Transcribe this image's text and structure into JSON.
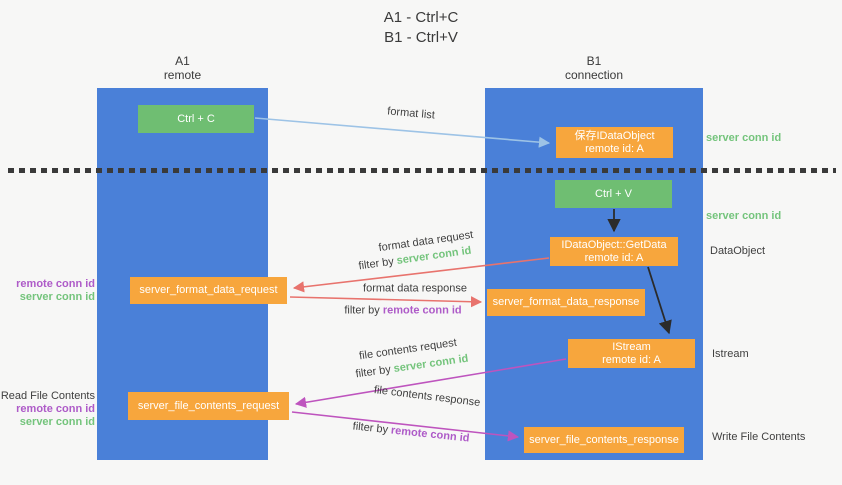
{
  "title": {
    "line1": "A1 - Ctrl+C",
    "line2": "B1 - Ctrl+V"
  },
  "lifelines": {
    "left": {
      "title": "A1",
      "subtitle": "remote"
    },
    "right": {
      "title": "B1",
      "subtitle": "connection"
    }
  },
  "nodes": {
    "ctrl_c": {
      "label": "Ctrl + C"
    },
    "save_dataobject": {
      "line1": "保存IDataObject",
      "line2": "remote id: A"
    },
    "ctrl_v": {
      "label": "Ctrl + V"
    },
    "getdata": {
      "line1": "IDataObject::GetData",
      "line2": "remote id: A"
    },
    "format_request": {
      "label": "server_format_data_request"
    },
    "format_response": {
      "label": "server_format_data_response"
    },
    "istream": {
      "line1": "IStream",
      "line2": "remote id: A"
    },
    "file_request": {
      "label": "server_file_contents_request"
    },
    "file_response": {
      "label": "server_file_contents_response"
    }
  },
  "arrow_labels": {
    "format_list": "format list",
    "format_data_request": "format data request",
    "filter_server_1": {
      "prefix": "filter by",
      "value": "server conn id"
    },
    "format_data_response": "format data response",
    "filter_remote_1": {
      "prefix": "filter by",
      "value": "remote conn id"
    },
    "file_contents_request": "file contents request",
    "filter_server_2": {
      "prefix": "filter by",
      "value": "server conn id"
    },
    "file_contents_response": "file contents response",
    "filter_remote_2": {
      "prefix": "filter by",
      "value": "remote conn id"
    }
  },
  "side_labels": {
    "server_conn_top": "server conn id",
    "server_conn_mid": "server conn id",
    "dataobject": "DataObject",
    "istream": "Istream",
    "write_file": "Write File Contents",
    "left_remote_conn_1": "remote conn id",
    "left_server_conn_1": "server conn id",
    "read_file": "Read File Contents",
    "left_remote_conn_2": "remote conn id",
    "left_server_conn_2": "server conn id"
  },
  "colors": {
    "lifeline_blue": "#4A80D8",
    "node_green": "#6FBE72",
    "node_orange": "#F7A63D",
    "conn_id_green": "#74C47C",
    "conn_id_purple": "#AE5BC8",
    "arrow_lightblue": "#9DC3E6",
    "arrow_black": "#2b2b2b",
    "arrow_red": "#E8736D",
    "arrow_magenta": "#BE54BE",
    "text_dark": "#3F3F3F"
  }
}
